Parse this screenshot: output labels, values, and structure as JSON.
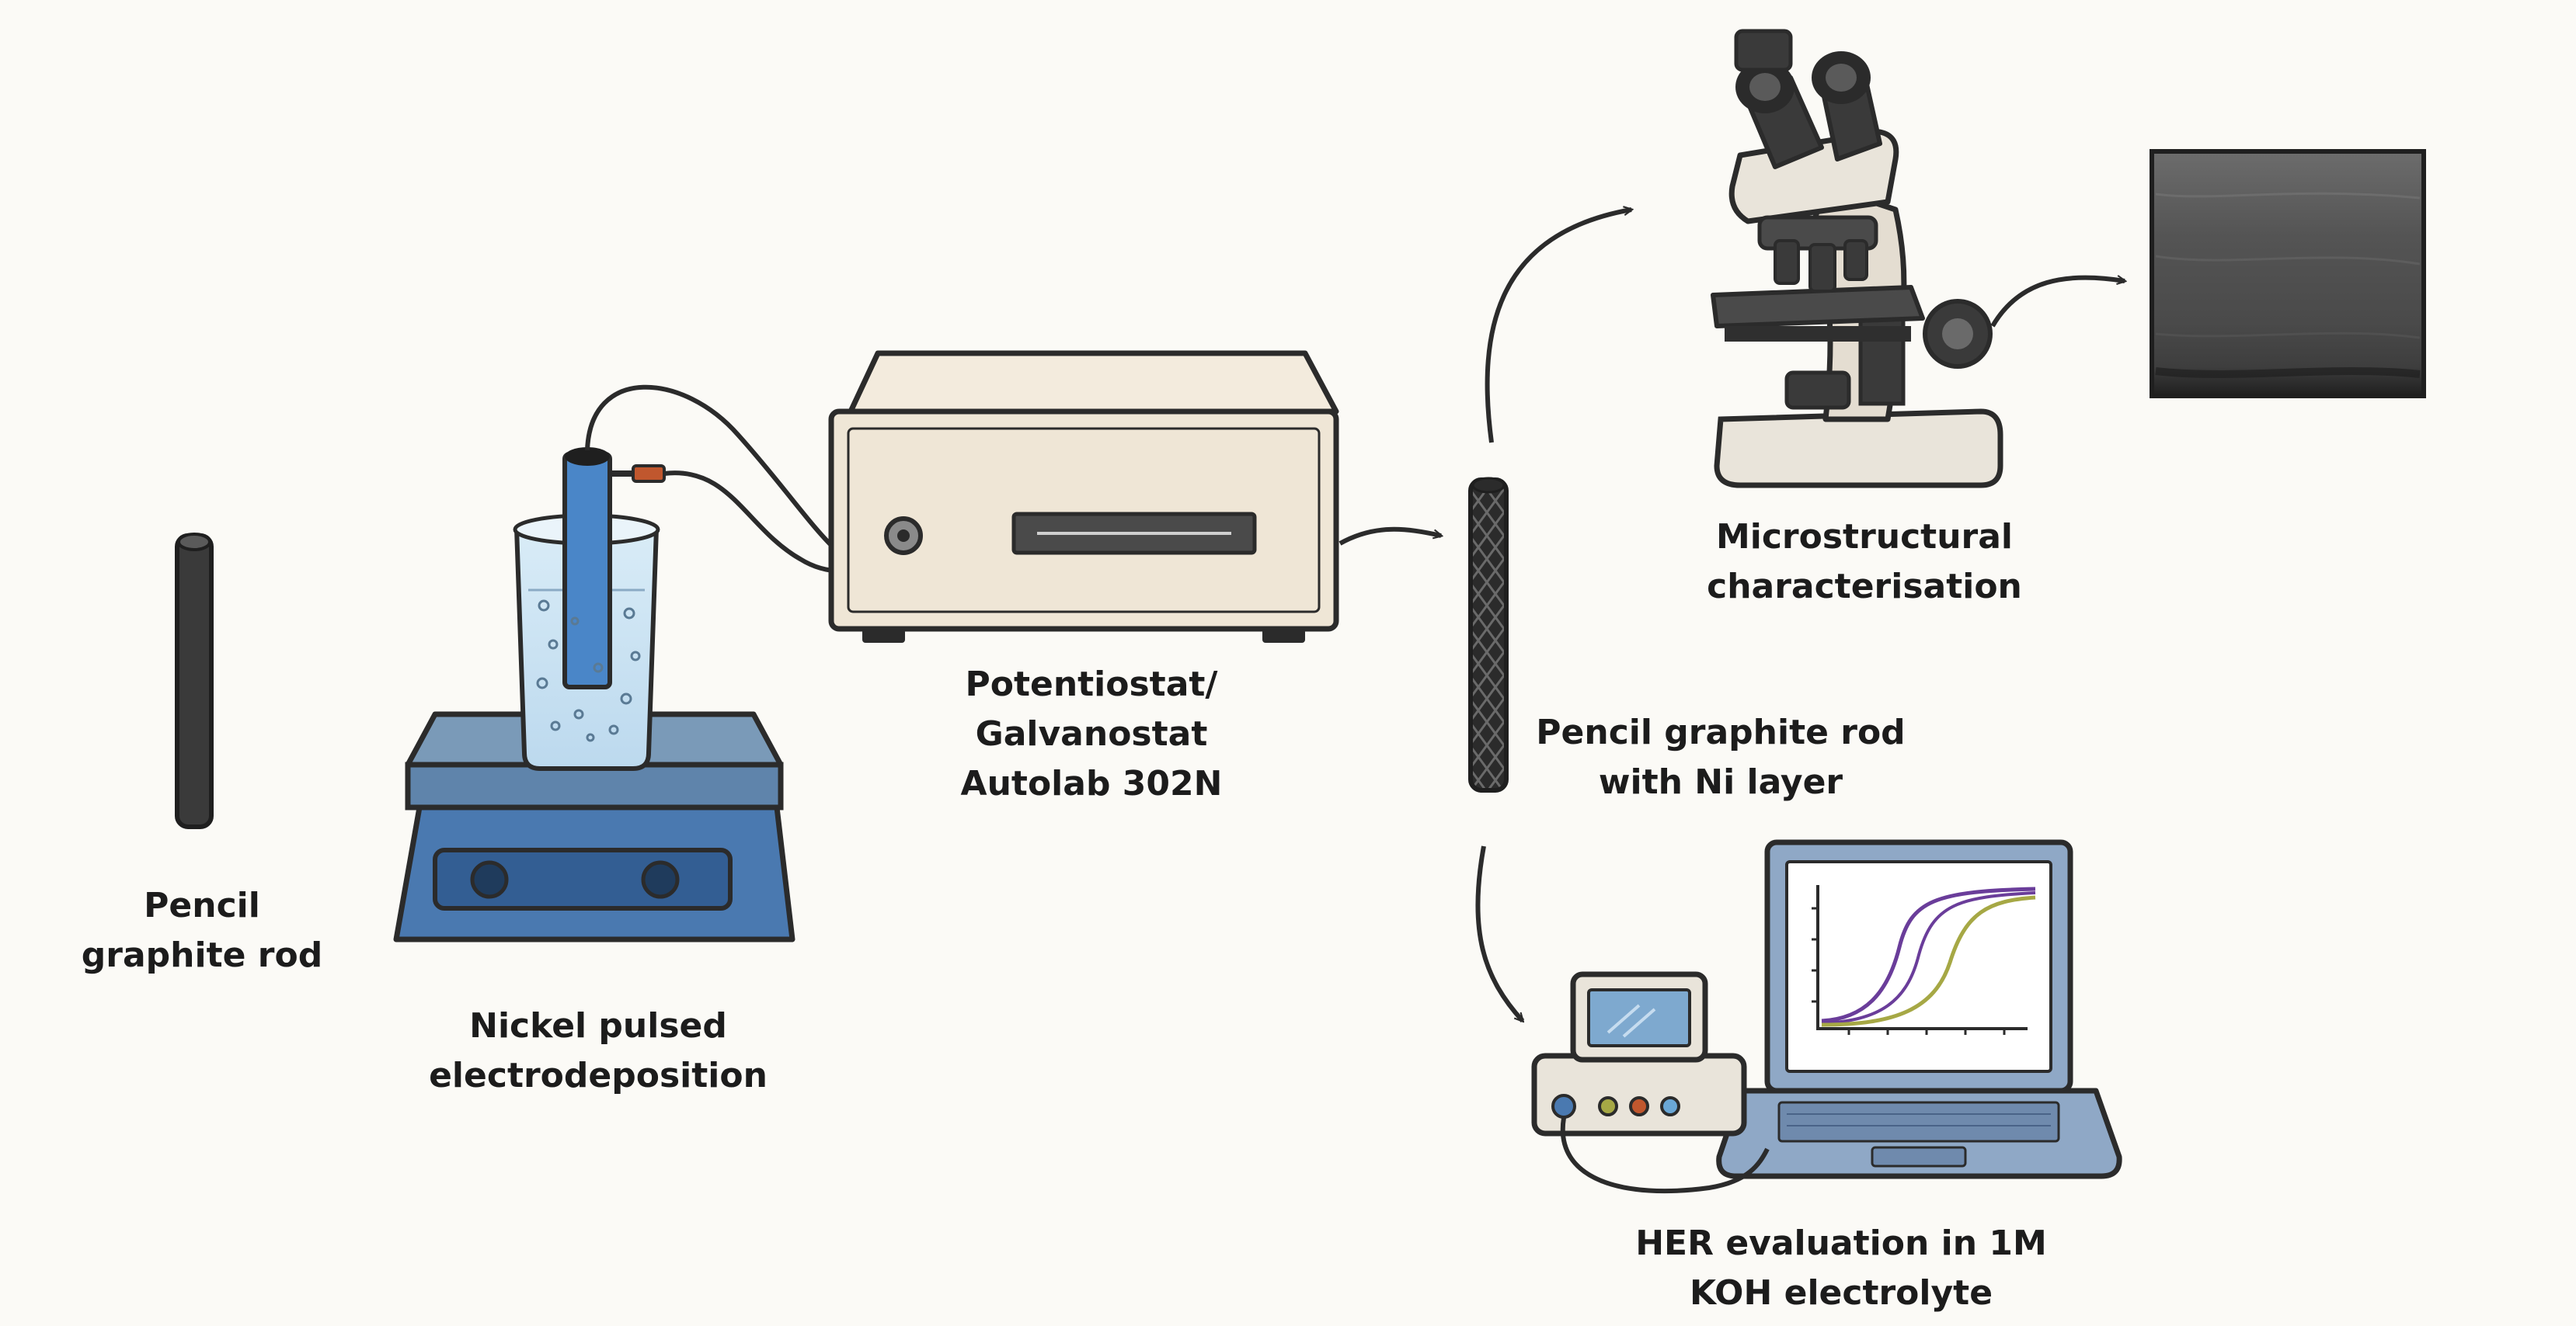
{
  "diagram": {
    "labels": {
      "pencil_graphite_rod": [
        "Pencil",
        "graphite rod"
      ],
      "nickel_pulsed_electrodeposition": [
        "Nickel pulsed",
        "electrodeposition"
      ],
      "potentiostat": [
        "Potentiostat/",
        "Galvanostat",
        "Autolab 302N"
      ],
      "rod_with_ni_layer": [
        "Pencil graphite rod",
        "with Ni layer"
      ],
      "microstructural_characterisation": [
        "Microstructural",
        "characterisation"
      ],
      "her_evaluation": [
        "HER evaluation in 1M",
        "KOH electrolyte"
      ]
    },
    "colors": {
      "background": "#fbfaf6",
      "outline": "#2b2b2b",
      "graphite": "#3a3a3a",
      "hotplate_blue": "#4a79b0",
      "instrument_beige": "#efe6d6",
      "sem_image": "#5a5a5a",
      "curve_purple": "#6a3d9a",
      "curve_olive": "#a6a845"
    },
    "icons": [
      "graphite-rod-icon",
      "hotplate-beaker-icon",
      "potentiostat-icon",
      "ni-coated-rod-icon",
      "microscope-icon",
      "sem-image-icon",
      "laptop-plot-icon",
      "workstation-icon"
    ]
  }
}
